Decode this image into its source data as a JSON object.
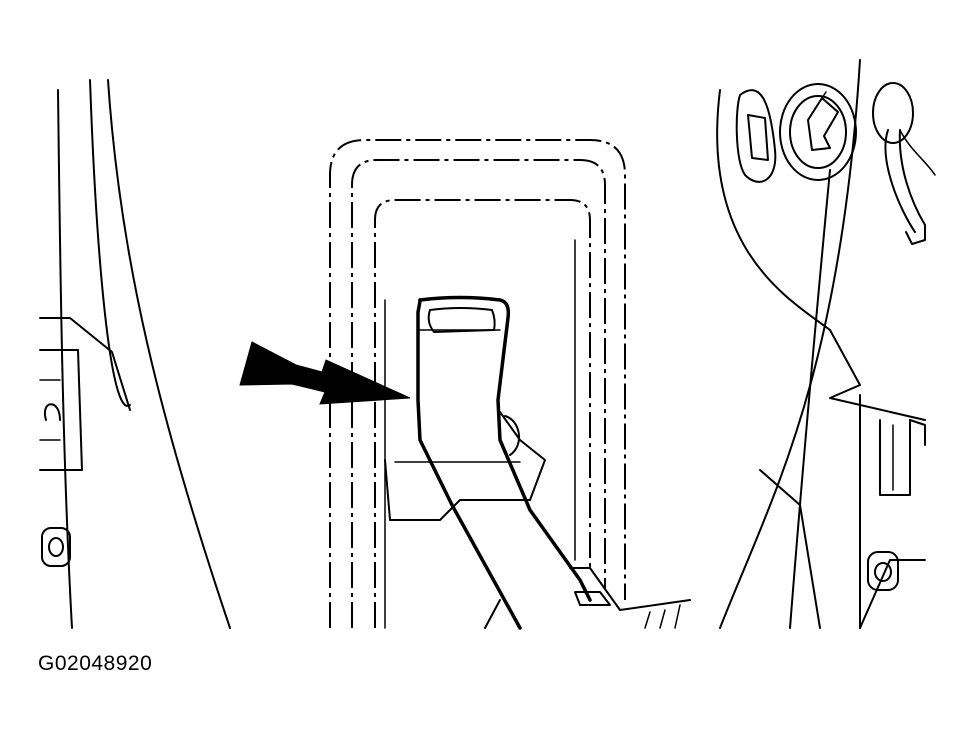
{
  "figure": {
    "id_label": "G02048920"
  },
  "illustration": {
    "subject": "parking-brake-lever",
    "pointer": "arrow-left"
  },
  "colors": {
    "ink": "#000000",
    "paper": "#ffffff"
  }
}
